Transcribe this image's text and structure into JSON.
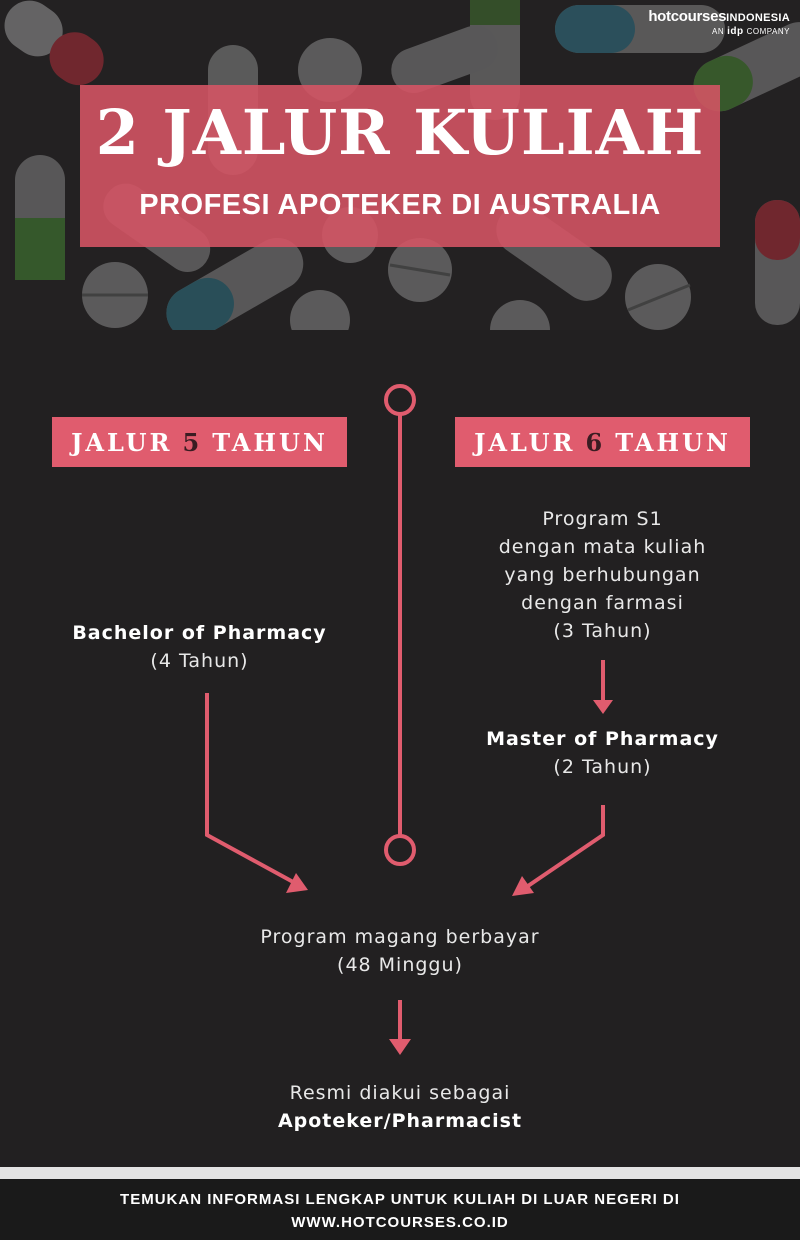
{
  "brand": {
    "name_bold": "hotcourses",
    "name_country": "INDONESIA",
    "sub_prefix": "AN",
    "sub_logo": "idp",
    "sub_suffix": "COMPANY"
  },
  "title": {
    "main": "2 JALUR KULIAH",
    "sub": "PROFESI APOTEKER DI AUSTRALIA"
  },
  "routes": {
    "left": {
      "word": "JALUR",
      "num": "5",
      "unit": "TAHUN"
    },
    "right": {
      "word": "JALUR",
      "num": "6",
      "unit": "TAHUN"
    }
  },
  "left_path": {
    "program": "Bachelor of Pharmacy",
    "duration": "(4 Tahun)"
  },
  "right_path": {
    "s1_line1": "Program S1",
    "s1_line2": "dengan mata kuliah",
    "s1_line3": "yang berhubungan",
    "s1_line4": "dengan farmasi",
    "s1_duration": "(3 Tahun)",
    "master": "Master of Pharmacy",
    "master_duration": "(2 Tahun)"
  },
  "internship": {
    "label": "Program magang berbayar",
    "duration": "(48 Minggu)"
  },
  "result": {
    "line1": "Resmi diakui sebagai",
    "line2": "Apoteker/Pharmacist"
  },
  "footer": {
    "line1": "TEMUKAN INFORMASI LENGKAP UNTUK KULIAH DI LUAR NEGERI DI",
    "line2": "WWW.HOTCOURSES.CO.ID"
  },
  "colors": {
    "accent": "#e05c6e",
    "background": "#222021",
    "footer": "#1a1a1a"
  }
}
